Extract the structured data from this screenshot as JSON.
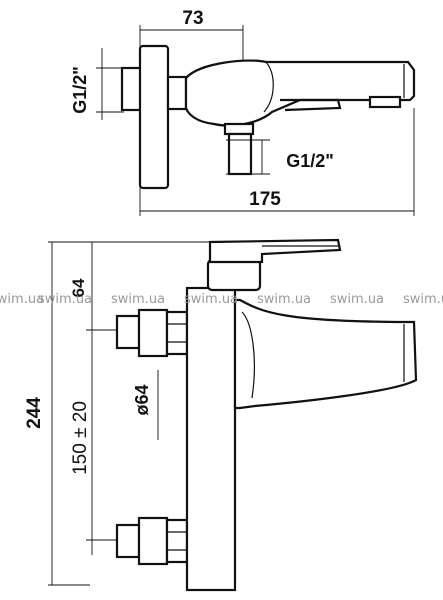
{
  "dimensions": {
    "top_width": "73",
    "inlet_thread_left": "G1/2\"",
    "outlet_thread": "G1/2\"",
    "total_length": "175",
    "height": "244",
    "axis_distance": "150 ± 20",
    "rosette_diameter": "ø64",
    "partial_label": "64"
  },
  "watermark": "swim.ua"
}
